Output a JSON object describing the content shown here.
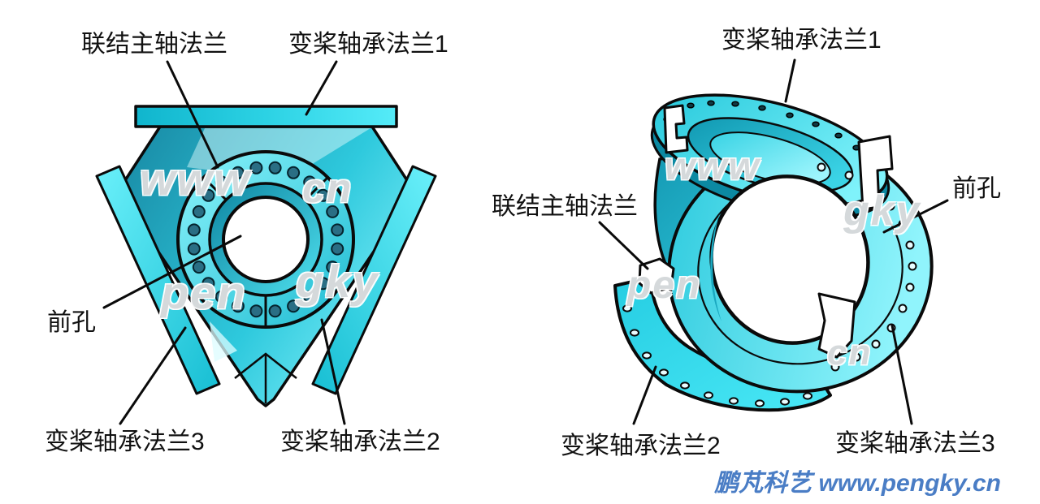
{
  "figure": {
    "left_view": {
      "labels": {
        "main_shaft_flange": "联结主轴法兰",
        "pitch_bearing_flange_1": "变桨轴承法兰1",
        "front_hole": "前孔",
        "pitch_bearing_flange_3": "变桨轴承法兰3",
        "pitch_bearing_flange_2": "变桨轴承法兰2"
      }
    },
    "right_view": {
      "labels": {
        "pitch_bearing_flange_1": "变桨轴承法兰1",
        "main_shaft_flange": "联结主轴法兰",
        "front_hole": "前孔",
        "pitch_bearing_flange_2": "变桨轴承法兰2",
        "pitch_bearing_flange_3": "变桨轴承法兰3"
      }
    }
  },
  "watermarks": {
    "left": [
      "www",
      "cn",
      "pen",
      "gky"
    ],
    "right": [
      "www",
      "gky",
      "pen",
      "cn"
    ]
  },
  "footer": {
    "text": "鹏芃科艺 www.pengky.cn",
    "color": "#4a7dc5"
  },
  "colors": {
    "outline": "#0a0a0a",
    "cyan_bright": "#55ebf8",
    "cyan_mid": "#22c3d8",
    "cyan_dark": "#128ca6",
    "label_text": "#111111"
  }
}
